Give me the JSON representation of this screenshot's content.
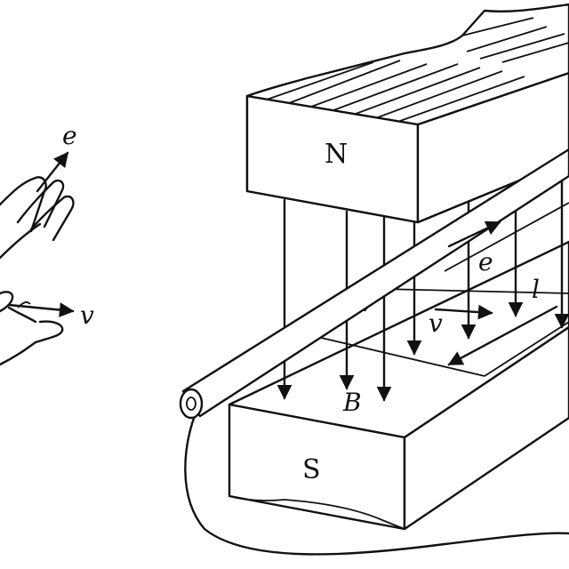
{
  "hand": {
    "label_e": "e",
    "label_v": "v"
  },
  "magnet": {
    "north_label": "N",
    "south_label": "S"
  },
  "labels": {
    "e": "e",
    "v": "v",
    "l": "l",
    "B": "B"
  },
  "colors": {
    "ink": "#111111",
    "background": "#ffffff"
  }
}
